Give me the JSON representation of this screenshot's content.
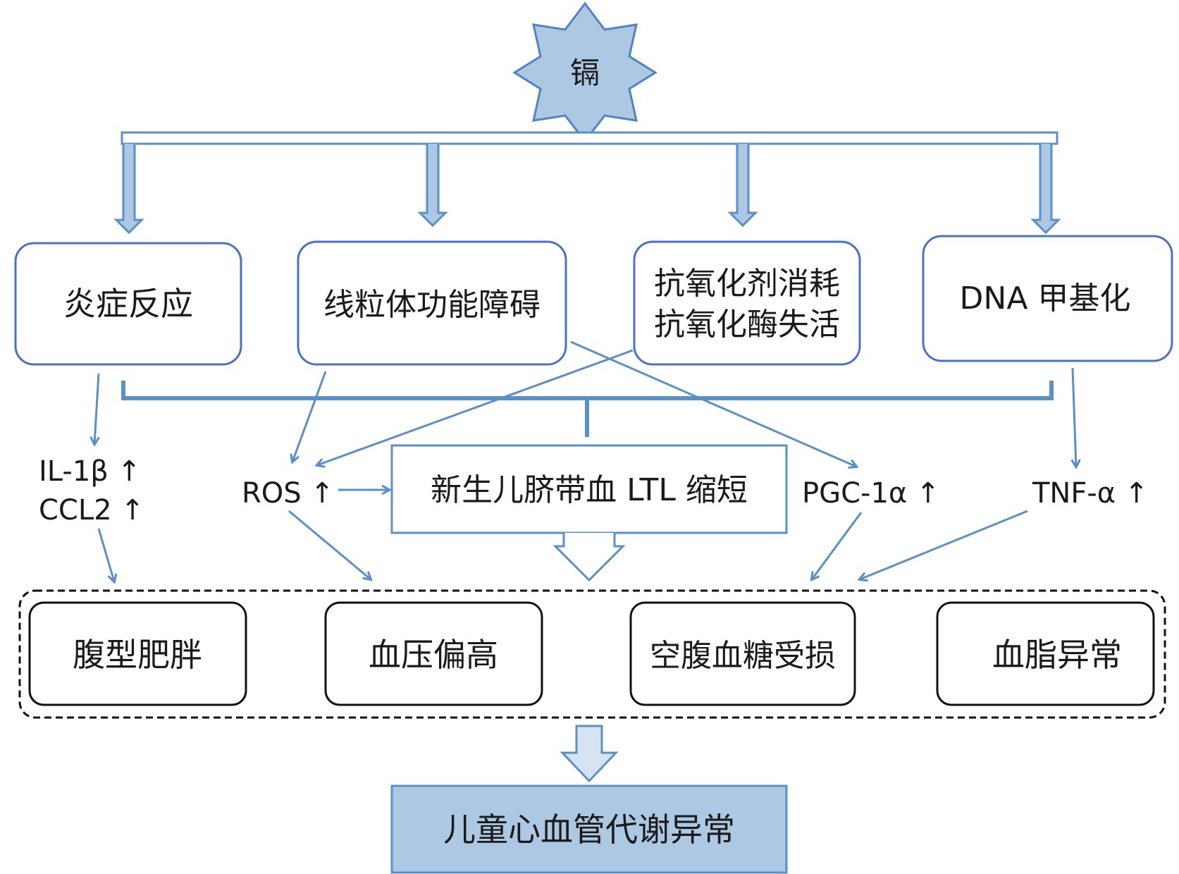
{
  "source": {
    "label": "镉"
  },
  "mechanisms": [
    {
      "id": "inflammation",
      "label": "炎症反应"
    },
    {
      "id": "mitochondria",
      "label": "线粒体功能障碍"
    },
    {
      "id": "antioxidant",
      "line1": "抗氧化剂消耗",
      "line2": "抗氧化酶失活"
    },
    {
      "id": "methylation",
      "label": "DNA 甲基化"
    }
  ],
  "markers": {
    "il1b": "IL-1β ↑",
    "ccl2": "CCL2 ↑",
    "ros": "ROS ↑",
    "pgc": "PGC-1α ↑",
    "tnf": "TNF-α ↑"
  },
  "central": {
    "label": "新生儿脐带血 LTL 缩短"
  },
  "outcomes": [
    {
      "id": "obesity",
      "label": "腹型肥胖"
    },
    {
      "id": "bp",
      "label": "血压偏高"
    },
    {
      "id": "glucose",
      "label": "空腹血糖受损"
    },
    {
      "id": "lipid",
      "label": "血脂异常"
    }
  ],
  "final": {
    "label": "儿童心血管代谢异常"
  },
  "colors": {
    "arrow": "#5b8fc7",
    "fill": "#adc8e2",
    "box_border": "#4a72c4",
    "text": "#1a1a1a"
  }
}
